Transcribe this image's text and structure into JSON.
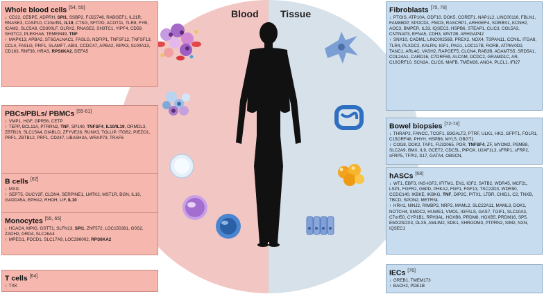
{
  "labels": {
    "left": "Blood",
    "right": "Tissue"
  },
  "colors": {
    "blood_bg": "#f2c6c3",
    "tissue_bg": "#d6e1ea",
    "box_red": "#f6b7ae",
    "box_blue": "#c7dcef",
    "silhouette": "#111111"
  },
  "icons": [
    "blood-cells-icon",
    "pbmc-icon",
    "b-cell-icon",
    "monocyte-icon",
    "t-cell-icon",
    "fibroblast-icon",
    "intestine-icon",
    "adipocyte-icon",
    "epithelial-cells-icon",
    "human-silhouette-icon"
  ],
  "boxes": [
    {
      "id": "whole-blood-cells",
      "side": "left",
      "title": "Whole blood cells",
      "ref": "[54, 55]",
      "sections": [
        {
          "dir": "↓",
          "genes": "CD22, CEBPE, ADPRH, **SPI1**, SSBP2, FIJ22746, RABGEF1, IL21R, RNASE3, CASP10, C10orf91, **IL19**, CTSG, SFTPD, ACOT11, TLR8, FYB, ICAM2, SLC5A8, CD300LF, GLRX2, RNASE2, SH3TC1, YIPF4, CD59, SH3TC2, PLEKHA6, TEMEM49, **TNF**"
        },
        {
          "dir": "↑",
          "genes": "MAPK13, APBA2, ST6GALNAC1, FASLG, NDFIP1, TNFSF12, TNFSF13, CCL4, FASLG, PRF1, SLAMF7, ABI3, CCDC47, APBA2, RIPK3, S100A13, CD163, RNF36, HRAS, **RPS6KA2**, DEFA5"
        }
      ]
    },
    {
      "id": "pbcs-pbls-pbmcs",
      "side": "left",
      "title": "PBCs/PBLs/ PBMCs",
      "ref": "[55-61]",
      "sections": [
        {
          "dir": "↓",
          "genes": "VMP1, HGF, GPR56, CETP"
        },
        {
          "dir": "↑",
          "genes": "TEPP, BCL11A, PTRRN2, **TNF**, SP140, **TNFSF4**, **IL10/IL19**, ORMDL3, ZBTB16, SLC15A4, DIABLO, ZFYVE28, RUNX3, TOLLIP, ITGB2, PIEZO1, PRF1, ZBTB12, PRF1, CD247, UBASH3A, WRAP73, TRAF6"
        }
      ]
    },
    {
      "id": "b-cells",
      "side": "left",
      "title": "B cells",
      "ref": "[62]",
      "sections": [
        {
          "dir": "↓",
          "genes": "MXI1"
        },
        {
          "dir": "↑",
          "genes": "SEPT5, GUCY2F, CLDN4, SERPINE1, LMTK2, MST1R, BGN, IL16, GADD45A, EPHA2, RHOH, LIF, **IL10**"
        }
      ]
    },
    {
      "id": "monocytes",
      "side": "left",
      "title": "Monocytes",
      "ref": "[55, 65]",
      "sections": [
        {
          "dir": "↓",
          "genes": "HCAC4, MPIG, GSTT1, SLFN13, **SPI1**, ZNF572, LOC150381, G0S2, ZADH2, DRD4, SLC26A4"
        },
        {
          "dir": "↑",
          "genes": "MPEG1, PDCD1, SLC17A9, LOC286002, **RPS6KA2**"
        }
      ]
    },
    {
      "id": "t-cells",
      "side": "left",
      "title": "T cells",
      "ref": "[64]",
      "sections": [
        {
          "dir": "↑",
          "genes": "TXK"
        }
      ]
    },
    {
      "id": "fibroblasts",
      "side": "right",
      "title": "Fibroblasts",
      "ref": "[75, 78]",
      "sections": [
        {
          "dir": "↓",
          "genes": "PTGIS, ATP10A, GDF10, DOK5, CGREF1, NAP1L2, LINC00116, FBLN1, FAM86DP, SPOCD1, FMO3, RASCRP1, ARHGEF4, SORBS1, KCNH2, AOC3, BMPER, IL33, IQSEC3, HSPB6, STEAP1, CLIC3, COL5A3, CNTNAP3, EFNA5, CDH3, WNT2B, ARHGAP42"
        },
        {
          "dir": "↑",
          "genes": "SNX10, CADM1, LINC00256B, PREX2, NOX4, TSPAN11, CCNIL, ITGA8, TLR4, PLXDC2, KALRN, IGF1, PAG1, LOC117B, RORB, ATP6V0D2, TANC1, ARL4C, VASH2, RAPGEF5, CLCN4, RAB3B, ADAMTS5, SRD5A1, COL24A1, CARD16, C7ORF69, ALCAM, DCDC2, GRAMD1C, AR, C10ORF10, SCN3A, CLIC6, MAFB, TMEM26, ANO4, PLCL1, IFI27"
        }
      ]
    },
    {
      "id": "bowel-biopsies",
      "side": "right",
      "title": "Bowel biopsies",
      "ref": "[72-74]",
      "sections": [
        {
          "dir": "↓",
          "genes": "THRAP2, FANCC, TCOF1, B3GALT2, PTRF, ULK1, HK2, GFPT1, FOLR1, C15ORF48, PHYH, HSPB6, MYL5, GBGT1"
        },
        {
          "dir": "↑",
          "genes": "COG8, DOK2, TAP1, FIJ32065, POR, **TNFSF4**, ZF, MYOM2, PSMB8, SLC2A9, BMX, IL9, GCET2, CDC5L, PIPOX, U2AF1L3, sFRP1, sFRP2, sFRP5, TFPI2, S17, GATA4, OBSCN,"
        }
      ]
    },
    {
      "id": "hascs",
      "side": "right",
      "title": "hASCs",
      "ref": "[68]",
      "sections": [
        {
          "dir": "↓",
          "genes": "WT1, EBF3, INS-IGF2, IFITM1, EN1, IGF2, SATB2, WDR45, MCF2L, LSP1, FGFR2, G6PD, PHKA2, FGF1, FGF13, TSC22D3, WDR90, CCDC140, IKBKE, IKBKG, **TNF**, DIP2C, PITX1, LTBR, CHID1, C2, TNXB, TBCD, SPON2, METRNL"
        },
        {
          "dir": "↑",
          "genes": "HRH1, NINJ2, RIMBP2, NRP2, MAML2, SLC22A11, MAML3, DOK1, NOTCH4, SMOC2, HUWE1, VMO1, IGFALS, GAS7, TGIF1, SLC10A3, C7orf50, CYP1B1, RPH3AL, HOXB6, PRDM8, HOXB5, PRDM16, SP5, EMX2SOX3, DLX5, AMLIM2, SDK1, SHROOM3, PTPRN2, SIM2, NXN, IQSEC1"
        }
      ]
    },
    {
      "id": "iecs",
      "side": "right",
      "title": "IECs",
      "ref": "[76]",
      "sections": [
        {
          "dir": "↓",
          "genes": "GREB1, TMEM173"
        },
        {
          "dir": "↑",
          "genes": "BACH2, PDE1B"
        }
      ]
    }
  ]
}
